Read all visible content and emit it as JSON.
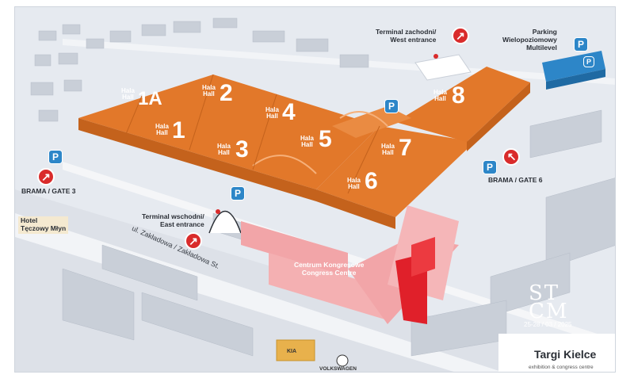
{
  "halls": [
    {
      "hala": "Hala",
      "hall": "Hall",
      "number": "1A"
    },
    {
      "hala": "Hala",
      "hall": "Hall",
      "number": "1"
    },
    {
      "hala": "Hala",
      "hall": "Hall",
      "number": "2"
    },
    {
      "hala": "Hala",
      "hall": "Hall",
      "number": "3"
    },
    {
      "hala": "Hala",
      "hall": "Hall",
      "number": "4"
    },
    {
      "hala": "Hala",
      "hall": "Hall",
      "number": "5"
    },
    {
      "hala": "Hala",
      "hall": "Hall",
      "number": "6"
    },
    {
      "hala": "Hala",
      "hall": "Hall",
      "number": "7"
    },
    {
      "hala": "Hala",
      "hall": "Hall",
      "number": "8"
    }
  ],
  "labels": {
    "terminal_west_1": "Terminal zachodni/",
    "terminal_west_2": "West entrance",
    "parking_1": "Parking",
    "parking_2": "Wielopoziomowy",
    "parking_3": "Multilevel",
    "gate3": "BRAMA / GATE 3",
    "gate6": "BRAMA / GATE 6",
    "terminal_east_1": "Terminal wschodni/",
    "terminal_east_2": "East entrance",
    "hotel_1": "Hotel",
    "hotel_2": "Tęczowy Młyn",
    "street": "ul. Zakładowa / Zakładowa St.",
    "congress_1": "Centrum Kongresowe",
    "congress_2": "Congress Centre",
    "kia": "KIA",
    "volkswagen": "VOLKSWAGEN"
  },
  "event": {
    "logo_text": "ST\nCM",
    "dates": "25-28 / 03 / 2025"
  },
  "brand": {
    "name": "Targi Kielce",
    "tagline": "exhibition & congress centre"
  },
  "icons": {
    "parking": "P",
    "entrance_arrow": "↗"
  },
  "colors": {
    "hall": "#e2782a",
    "congress": "#f2a5a8",
    "congress_dark": "#e0202a",
    "parking": "#2d86c8",
    "pin": "#d92b2b"
  }
}
